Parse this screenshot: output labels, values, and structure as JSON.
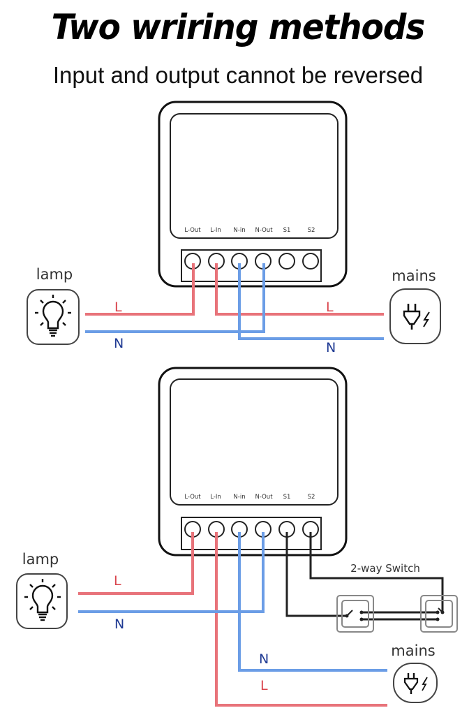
{
  "header": {
    "title": "Two wriring methods",
    "subtitle": "Input and output cannot be reversed"
  },
  "colors": {
    "live": "#e8737a",
    "neutral": "#6b9de6",
    "switch_wire": "#222222",
    "label_live": "#d9434b",
    "label_neutral": "#1f3a93",
    "outline": "#111111"
  },
  "terminals": [
    "L-Out",
    "L-In",
    "N-in",
    "N-Out",
    "S1",
    "S2"
  ],
  "diagram1": {
    "lamp_label": "lamp",
    "mains_label": "mains",
    "lamp_live_label": "L",
    "lamp_neutral_label": "N",
    "mains_live_label": "L",
    "mains_neutral_label": "N"
  },
  "diagram2": {
    "lamp_label": "lamp",
    "mains_label": "mains",
    "switch_label": "2-way Switch",
    "lamp_live_label": "L",
    "lamp_neutral_label": "N",
    "mains_live_label": "L",
    "mains_neutral_label": "N"
  },
  "icons": {
    "lamp": "lightbulb-icon",
    "mains": "power-plug-icon",
    "switch": "two-way-switch-icon"
  }
}
